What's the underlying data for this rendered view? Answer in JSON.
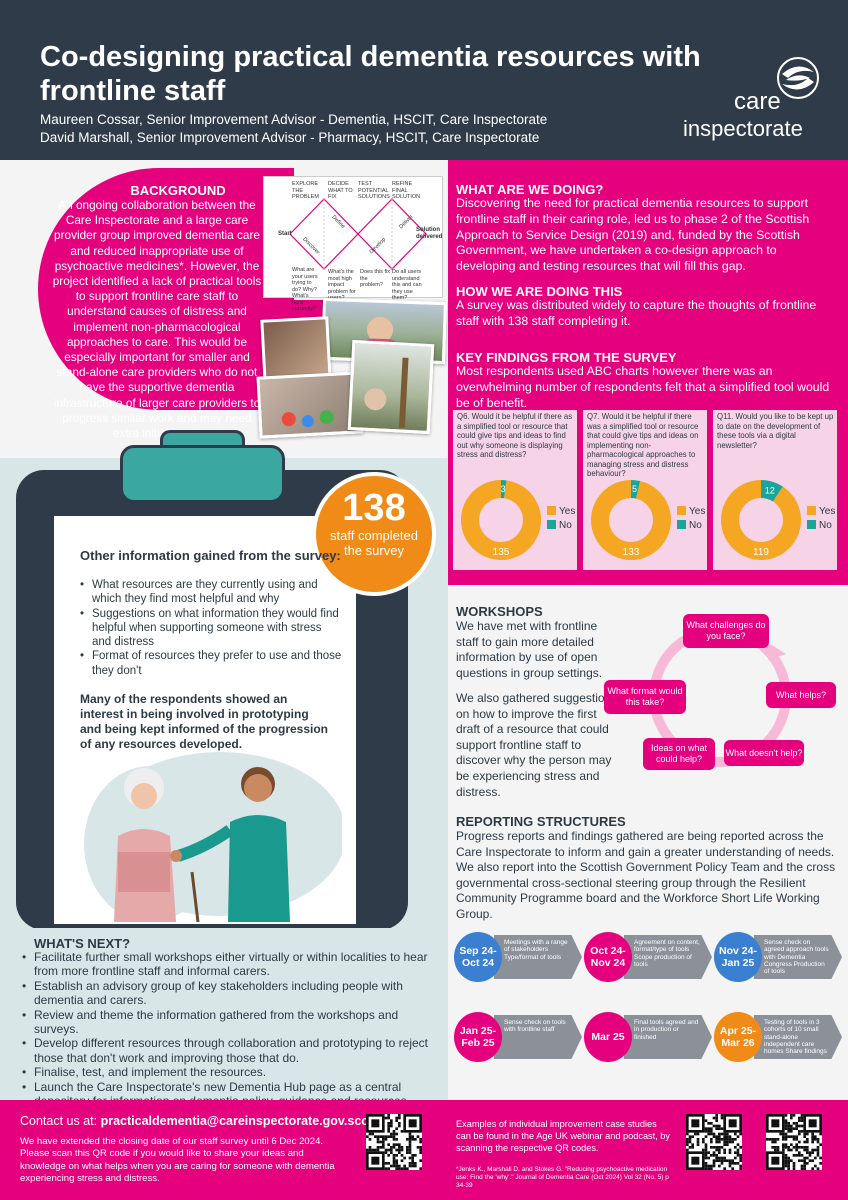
{
  "header": {
    "title": "Co-designing practical dementia resources with frontline staff",
    "authors": [
      "Maureen Cossar, Senior Improvement Advisor - Dementia, HSCIT, Care Inspectorate",
      "David Marshall, Senior Improvement Advisor - Pharmacy, HSCIT, Care Inspectorate"
    ],
    "logo": {
      "word1": "care",
      "word2": "inspectorate"
    }
  },
  "background": {
    "heading": "BACKGROUND",
    "text": "An ongoing collaboration between the Care Inspectorate and a large care provider group improved dementia care and reduced inappropriate use of psychoactive medicines*. However, the project identified a lack of practical tools to support frontline care staff to understand causes of distress and implement non-pharmacological approaches to care. This would be especially important for smaller and stand-alone care providers who do not have the supportive dementia infrastructure of larger care providers to progress similar work and may need extra initial input."
  },
  "diagram": {
    "top_labels": [
      "EXPLORE THE PROBLEM",
      "DECIDE WHAT TO FIX",
      "TEST POTENTIAL SOLUTIONS",
      "REFINE FINAL SOLUTION"
    ],
    "start": "Start",
    "end": "Solution delivered",
    "phases": [
      "Discover",
      "Define",
      "Develop",
      "Deliver"
    ],
    "questions": [
      "What are your users trying to do? Why? What's hard currently?",
      "What's the most high impact problem for users?",
      "Does this fix the problem?",
      "Do all users understand this and can they use them?"
    ]
  },
  "what_doing": {
    "heading": "WHAT ARE WE DOING?",
    "text": "Discovering the need for practical dementia resources to support frontline staff in their caring role, led us to phase 2 of the Scottish Approach to Service Design (2019) and, funded by the Scottish Government, we have undertaken a co-design approach to developing and testing resources that will fill this gap."
  },
  "how_doing": {
    "heading": "HOW WE ARE DOING THIS",
    "text": "A survey was distributed widely to capture the thoughts of frontline staff with 138 staff completing it."
  },
  "key_findings": {
    "heading": "KEY FINDINGS FROM THE SURVEY",
    "text": "Most respondents used ABC charts however there was an overwhelming number of respondents felt that a simplified tool would be of benefit."
  },
  "survey_questions": [
    {
      "text": "Q6. Would it be helpful if there as a simplified tool or resource that could give tips and ideas to find out why someone is displaying stress and distress?",
      "yes": 135,
      "no": 3,
      "yes_label": "Yes",
      "no_label": "No"
    },
    {
      "text": "Q7. Would it be helpful if there was a simplified tool or resource that could give tips and ideas on implementing non-pharmacological approaches to managing stress and distress behaviour?",
      "yes": 133,
      "no": 5,
      "yes_label": "Yes",
      "no_label": "No"
    },
    {
      "text": "Q11. Would you like to be kept up to date on the development of these tools via a digital newsletter?",
      "yes": 119,
      "no": 12,
      "yes_label": "Yes",
      "no_label": "No"
    }
  ],
  "colors": {
    "pink": "#e5007e",
    "yes": "#f5a623",
    "no": "#1aa59a",
    "navy": "#2f3b48",
    "orange": "#ef8b16"
  },
  "stat": {
    "number": "138",
    "line1": "staff completed",
    "line2": "the survey"
  },
  "other_info": {
    "heading": "Other information gained from the survey:",
    "items": [
      "What resources are they currently using and which they find most helpful and why",
      "Suggestions on what information they would find helpful when supporting someone with stress and distress",
      "Format of resources they prefer to use and those they don't"
    ],
    "interest": "Many of the respondents showed an interest in being involved in prototyping and being kept informed of the progression of any resources developed."
  },
  "workshops": {
    "heading": "WORKSHOPS",
    "p1": "We have met with frontline staff to gain more detailed information by use of open questions in group settings.",
    "p2": "We also gathered suggestions on how to improve the first draft of a resource that could support frontline staff to discover why the person may be experiencing stress and distress.",
    "cycle": [
      "What challenges do you face?",
      "What helps?",
      "What doesn't help?",
      "Ideas on what could help?",
      "What format would this take?"
    ]
  },
  "reporting": {
    "heading": "REPORTING STRUCTURES",
    "text": "Progress reports and findings gathered are being reported across the Care Inspectorate to inform and gain a greater understanding of needs. We also report into the Scottish Government Policy Team and the cross governmental cross-sectional steering group through the Resilient Community Programme board and the Workforce Short Life Working Group."
  },
  "timeline": [
    {
      "date": "Sep 24- Oct 24",
      "text": "Meetings with a range of stakeholders Type/format of tools",
      "color": "#3b7fd0"
    },
    {
      "date": "Oct 24- Nov 24",
      "text": "Agreement on content, format/type of tools Scope production of tools",
      "color": "#e5007e"
    },
    {
      "date": "Nov 24- Jan 25",
      "text": "Sense check on agreed approach tools with Dementia Congress Production of tools",
      "color": "#3b7fd0"
    },
    {
      "date": "Jan 25- Feb 25",
      "text": "Sense check on tools with frontline staff",
      "color": "#e5007e"
    },
    {
      "date": "Mar 25",
      "text": "Final tools agreed and in production or finished",
      "color": "#e5007e"
    },
    {
      "date": "Apr 25- Mar 26",
      "text": "Testing of tools in 3 cohorts of 10 small stand-alone independent care homes Share findings",
      "color": "#ef8b16"
    }
  ],
  "whats_next": {
    "heading": "WHAT'S NEXT?",
    "items": [
      "Facilitate further small workshops either virtually or within localities to hear from more frontline staff and informal carers.",
      "Establish an advisory group of key stakeholders including people with dementia and carers.",
      "Review and theme the information gathered from the workshops and surveys.",
      "Develop different resources through collaboration and prototyping to reject those that don't work and improving those that do.",
      "Finalise, test, and implement the resources.",
      "Launch the Care Inspectorate's new Dementia Hub page as a central depository for information on dementia policy, guidance and resources."
    ]
  },
  "footer": {
    "contact_label": "Contact us at:",
    "email": "practicaldementia@careinspectorate.gov.scot",
    "survey_note": "We have extended the closing date of our staff survey until 6 Dec 2024. Please scan this QR code if you would like to share your ideas and knowledge on what helps when you are caring for someone with dementia experiencing stress and distress.",
    "examples": "Examples of individual improvement case studies can be found in the Age UK webinar and podcast, by scanning the respective QR codes.",
    "reference": "*Jenks K., Marshall D. and Stokes G. \"Reducing psychoactive medication use: Find the 'why'.\" Journal of Dementia Care (Oct 2024) Vol 32 (No. 5) p 34-39"
  }
}
